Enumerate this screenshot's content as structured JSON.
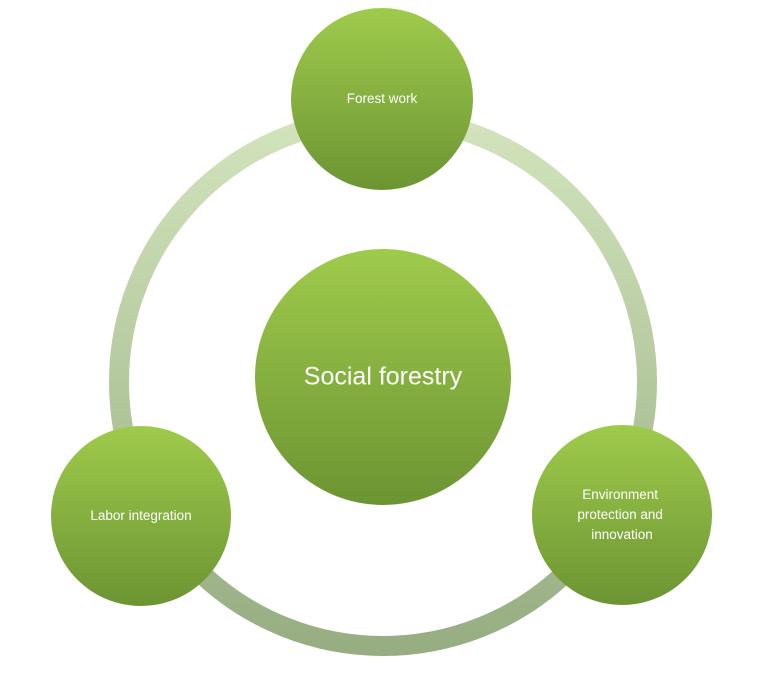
{
  "colors": {
    "node_light": "#9cc84b",
    "node_dark": "#6f9834",
    "ring_light": "#cfe0b8",
    "ring_dark": "#9fb489"
  },
  "center": {
    "label": "Social forestry"
  },
  "nodes": {
    "top": {
      "lines": [
        "Forest work"
      ]
    },
    "left": {
      "lines": [
        "Labor integration"
      ]
    },
    "right": {
      "lines": [
        "Environment",
        "protection and",
        "innovation"
      ]
    }
  }
}
